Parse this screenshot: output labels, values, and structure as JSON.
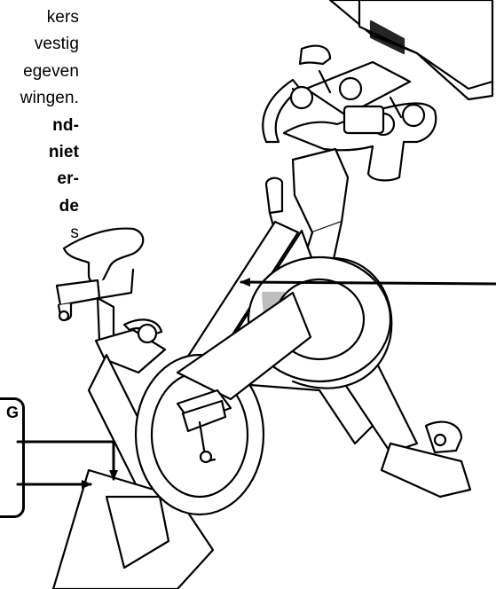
{
  "text": {
    "lines": [
      {
        "text": "kers",
        "bold": false
      },
      {
        "text": "vestig",
        "bold": false
      },
      {
        "text": "egeven",
        "bold": false
      },
      {
        "text": "wingen.",
        "bold": false
      },
      {
        "text": "nd-",
        "bold": true
      },
      {
        "text": "niet",
        "bold": true
      },
      {
        "text": "er-",
        "bold": true
      },
      {
        "text": "de",
        "bold": true
      },
      {
        "text": "s",
        "bold": false
      }
    ]
  },
  "label_box": {
    "corner_char": "G"
  }
}
